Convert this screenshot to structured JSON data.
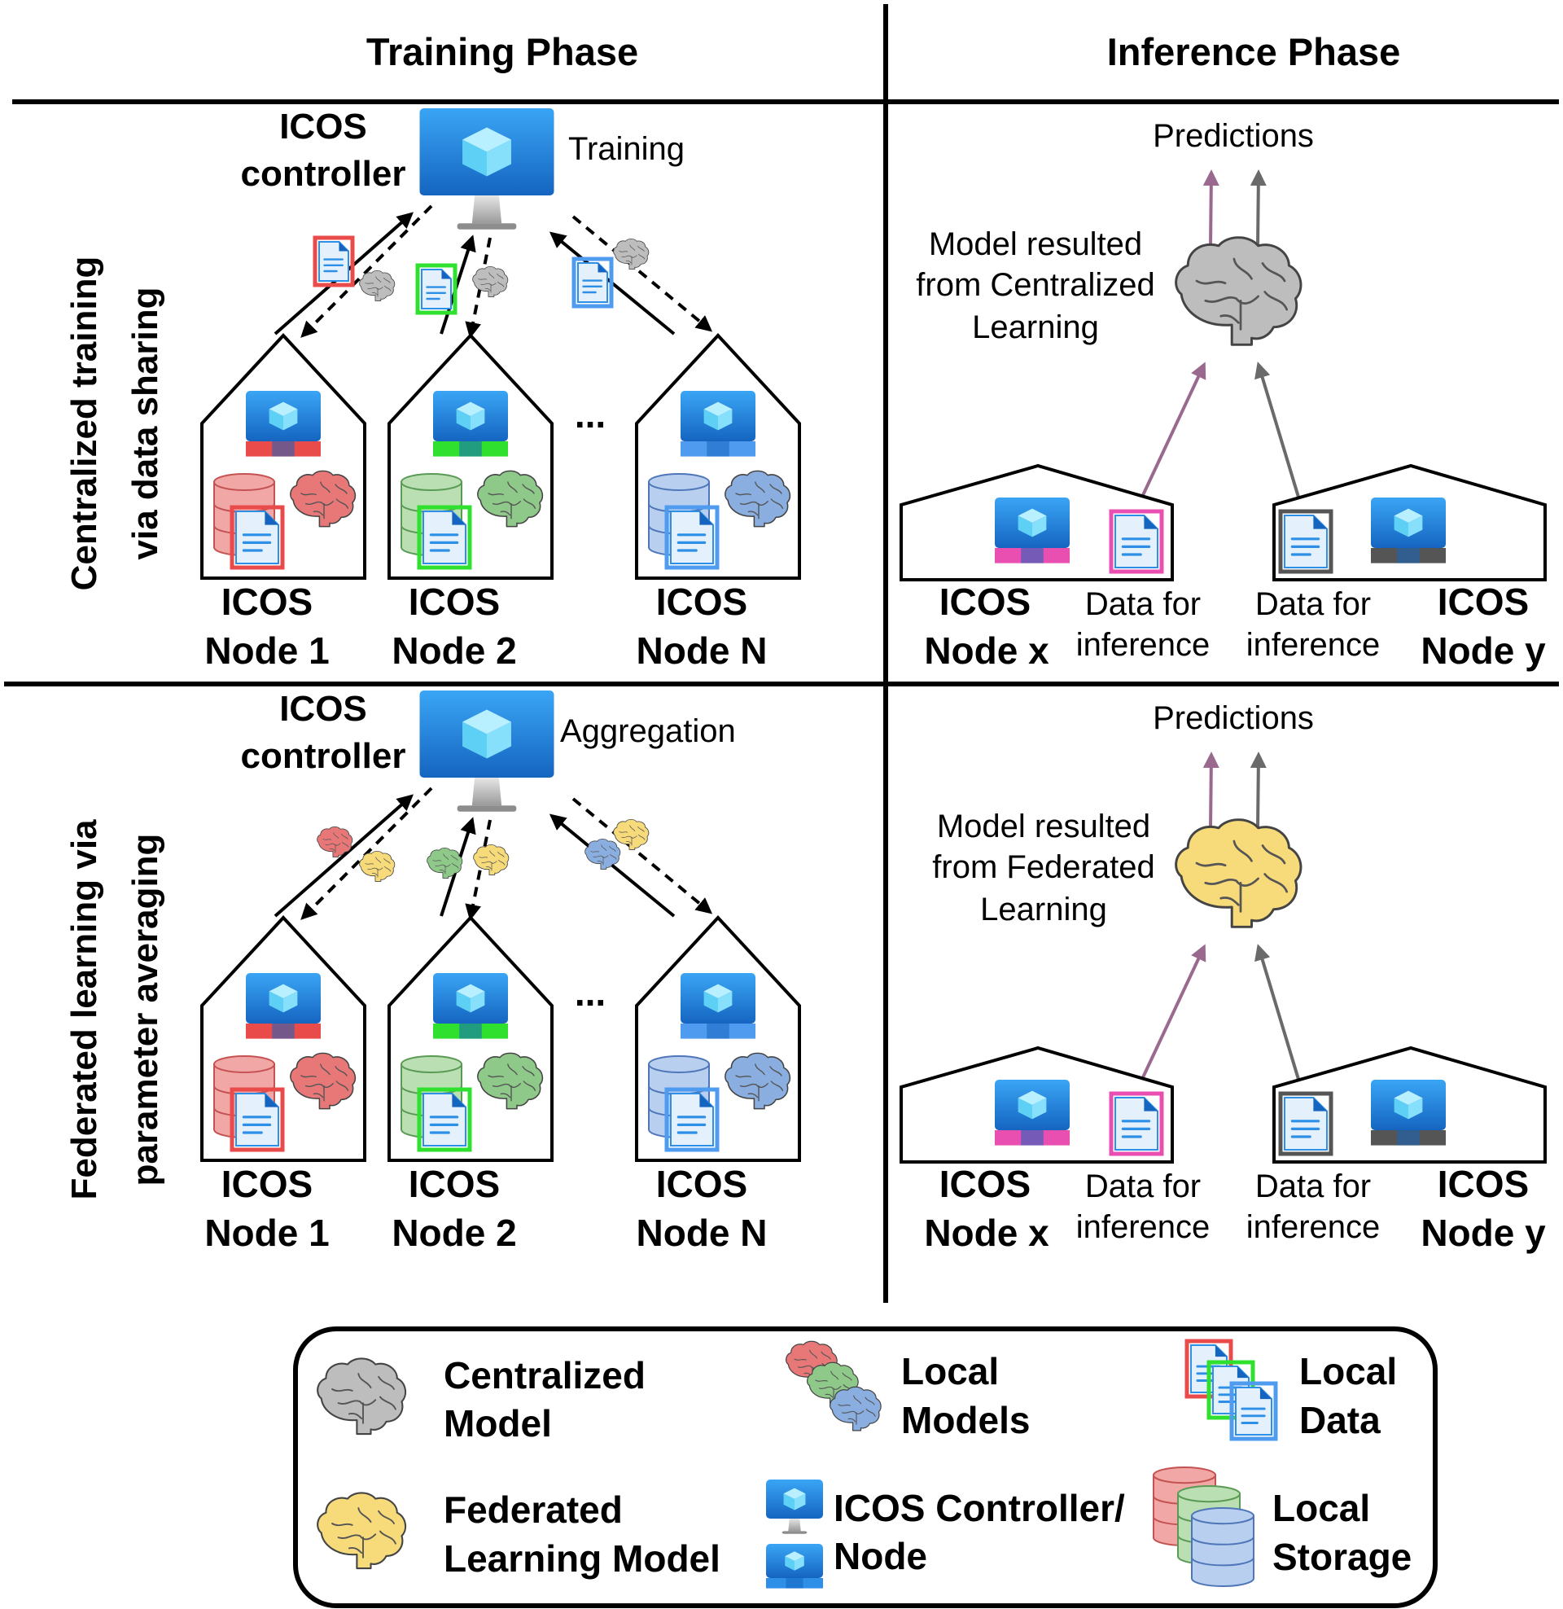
{
  "headers": {
    "training": "Training Phase",
    "inference": "Inference Phase"
  },
  "rows": [
    {
      "side_label": [
        "Centralized training",
        "via data sharing"
      ],
      "controller": [
        "ICOS",
        "controller"
      ],
      "controller_action": "Training",
      "nodes": [
        [
          "ICOS",
          "Node 1"
        ],
        [
          "ICOS",
          "Node 2"
        ],
        [
          "ICOS",
          "Node N"
        ]
      ],
      "ellipsis": "...",
      "predictions": "Predictions",
      "model_caption": [
        "Model resulted",
        "from Centralized",
        "Learning"
      ],
      "inference_nodes": [
        [
          "ICOS",
          "Node x"
        ],
        [
          "ICOS",
          "Node y"
        ]
      ],
      "data_label": [
        "Data for",
        "inference"
      ]
    },
    {
      "side_label": [
        "Federated learning via",
        "parameter averaging"
      ],
      "controller": [
        "ICOS",
        "controller"
      ],
      "controller_action": "Aggregation",
      "nodes": [
        [
          "ICOS",
          "Node 1"
        ],
        [
          "ICOS",
          "Node 2"
        ],
        [
          "ICOS",
          "Node N"
        ]
      ],
      "ellipsis": "...",
      "predictions": "Predictions",
      "model_caption": [
        "Model resulted",
        "from Federated",
        "Learning"
      ],
      "inference_nodes": [
        [
          "ICOS",
          "Node x"
        ],
        [
          "ICOS",
          "Node y"
        ]
      ],
      "data_label": [
        "Data for",
        "inference"
      ]
    }
  ],
  "legend": {
    "centralized_model": [
      "Centralized",
      "Model"
    ],
    "local_models": [
      "Local",
      "Models"
    ],
    "local_data": [
      "Local",
      "Data"
    ],
    "federated_model": [
      "Federated",
      "Learning Model"
    ],
    "controller_node": [
      "ICOS Controller/",
      "Node"
    ],
    "local_storage": [
      "Local",
      "Storage"
    ]
  },
  "colors": {
    "node1": "#e94b4b",
    "node2": "#2fe02f",
    "nodeN": "#4f9bf0",
    "nodeX": "#e84fb0",
    "nodeY": "#555555",
    "brain_red": "#e87878",
    "brain_green": "#8fc98a",
    "brain_blue": "#8aaee0",
    "brain_gray": "#bdbdbd",
    "brain_yellow": "#f7da7a",
    "arrow_purple": "#9a6a8e",
    "arrow_gray": "#6a6a6a",
    "monitor_blue": "#2d8fe6"
  },
  "icons": [
    "monitor-icon",
    "cube-icon",
    "brain-icon",
    "document-icon",
    "database-icon",
    "arrow-icon"
  ]
}
